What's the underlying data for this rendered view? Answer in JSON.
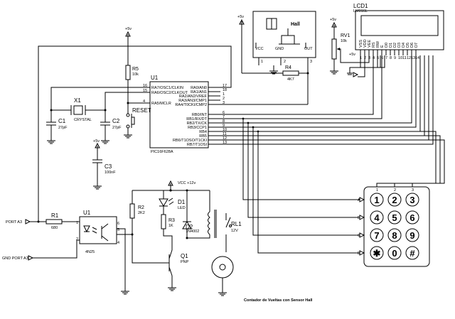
{
  "title": "Contador de Vueltas con Sensor Hall",
  "supplies": {
    "plus5v": "+5v",
    "vcc12": "VCC +12v"
  },
  "lcd": {
    "ref": "LCD1",
    "part": "LM016L",
    "pins": [
      "VSS",
      "VDD",
      "VEE",
      "RS",
      "RW",
      "E",
      "D0",
      "D1",
      "D2",
      "D3",
      "D4",
      "D5",
      "D6",
      "D7"
    ],
    "pin_numbers": [
      "1",
      "2",
      "3",
      "4",
      "5",
      "6",
      "7",
      "8",
      "9",
      "10",
      "11",
      "12",
      "13",
      "14"
    ]
  },
  "hall": {
    "label": "Hall",
    "pins": [
      "VCC",
      "GND",
      "OUT"
    ],
    "pin_numbers": [
      "1",
      "2",
      "3"
    ]
  },
  "mcu": {
    "ref": "U1",
    "part": "PIC16F628A",
    "left_pins": [
      {
        "name": "RA7/OSC1/CLKIN",
        "num": "16"
      },
      {
        "name": "RA6/OSC2/CLKOUT",
        "num": "15"
      },
      {
        "name": "RA5/MCLR",
        "num": "4"
      }
    ],
    "right_pins": [
      {
        "name": "RA0/AN0",
        "num": "17"
      },
      {
        "name": "RA1/AN1",
        "num": "18"
      },
      {
        "name": "RA2/AN2/VREF",
        "num": "1"
      },
      {
        "name": "RA3/AN3/CMP1",
        "num": "2"
      },
      {
        "name": "RA4/T0CKI/CMP2",
        "num": "3"
      },
      {
        "name": "RB0/INT",
        "num": "6"
      },
      {
        "name": "RB1/RX/DT",
        "num": "7"
      },
      {
        "name": "RB2/TX/CK",
        "num": "8"
      },
      {
        "name": "RB3/CCP1",
        "num": "9"
      },
      {
        "name": "RB4",
        "num": "10"
      },
      {
        "name": "RB5",
        "num": "11"
      },
      {
        "name": "RB6/T1OSO/T1CKI",
        "num": "12"
      },
      {
        "name": "RB7/T1OSI",
        "num": "13"
      }
    ]
  },
  "components": {
    "r5": {
      "ref": "R5",
      "val": "10k"
    },
    "r4": {
      "ref": "R4",
      "val": "4K7"
    },
    "rv1": {
      "ref": "RV1",
      "val": "10k"
    },
    "x1": {
      "ref": "X1",
      "val": "CRYSTAL"
    },
    "c1": {
      "ref": "C1",
      "val": "27pF"
    },
    "c2": {
      "ref": "C2",
      "val": "27pF"
    },
    "c3": {
      "ref": "C3",
      "val": "100nF"
    },
    "reset": {
      "ref": "RESET"
    },
    "r1": {
      "ref": "R1",
      "val": "680"
    },
    "r2": {
      "ref": "R2",
      "val": "2K2"
    },
    "r3": {
      "ref": "R3",
      "val": "1K"
    },
    "d1": {
      "ref": "D1",
      "val": "LED"
    },
    "d2": {
      "ref": "D2",
      "val": "1N4002"
    },
    "q1": {
      "ref": "Q1",
      "val": "PNP"
    },
    "rl1": {
      "ref": "RL1",
      "val": "12V"
    },
    "u1opto": {
      "ref": "U1",
      "val": "4N25",
      "pins": [
        "1",
        "2",
        "6",
        "5",
        "4"
      ]
    }
  },
  "ports": {
    "port_a3": "PORT A3",
    "gnd_port_a3": "GND PORT A3"
  },
  "keypad": {
    "rows": [
      "A",
      "B",
      "C",
      "D"
    ],
    "cols": [
      "1",
      "2",
      "3"
    ],
    "keys": [
      [
        "1",
        "2",
        "3"
      ],
      [
        "4",
        "5",
        "6"
      ],
      [
        "7",
        "8",
        "9"
      ],
      [
        "✱",
        "0",
        "#"
      ]
    ]
  }
}
